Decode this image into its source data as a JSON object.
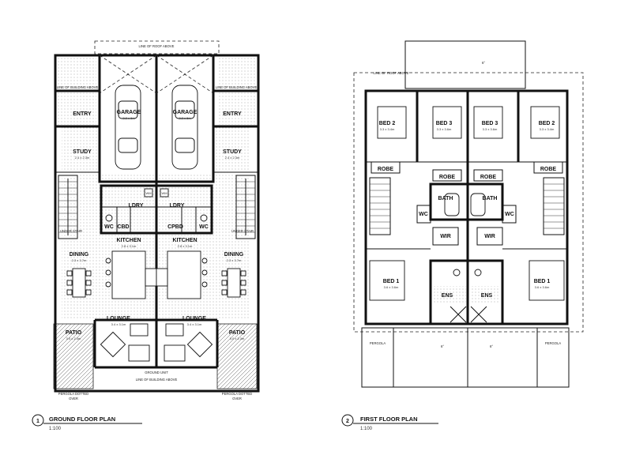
{
  "ground_floor": {
    "number": "1",
    "title": "GROUND FLOOR PLAN",
    "scale": "1:100",
    "labels": {
      "roof_above": "LINE OF ROOF ABOVE",
      "building_above": "LINE OF BUILDING ABOVE",
      "bldg_above_short": "LINE OF BUILDING ABOVE",
      "garage": "GARAGE",
      "garage_dim": "3.2 x 6m",
      "entry": "ENTRY",
      "study": "STUDY",
      "study_dim": "2.4 x 2.3m",
      "ldry": "LDRY",
      "wc": "WC",
      "cbd": "CBD",
      "cpbd": "CPBD",
      "kitchen": "KITCHEN",
      "kitchen_dim": "2.8 x 3.1m",
      "dining": "DINING",
      "dining_dim": "2.3 x 3.7m",
      "lounge": "LOUNGE",
      "lounge_dim": "3.4 x 3.1m",
      "patio": "PATIO",
      "patio_dim": "3.0 x 2.3m",
      "pergola": "PERGOLA DOTTED",
      "pergola2": "OVER",
      "under_stair": "UNDER STAIR",
      "ground_unit": "GROUND UNIT",
      "wm": "WM",
      "line_bldg_above_bottom": "LINE OF BUILDING ABOVE"
    }
  },
  "first_floor": {
    "number": "2",
    "title": "FIRST FLOOR PLAN",
    "scale": "1:100",
    "labels": {
      "roof_above": "LINE OF ROOF ABOVE",
      "bed1": "BED 1",
      "bed1_dim": "3.6 x 3.6m",
      "bed2": "BED 2",
      "bed2_dim": "3.3 x 3.4m",
      "bed3": "BED 3",
      "bed3_dim": "3.3 x 3.6m",
      "robe": "ROBE",
      "bath": "BATH",
      "wc": "WC",
      "wir": "WIR",
      "ens": "ENS",
      "pergola": "PERGOLA",
      "arrow": "6°"
    }
  }
}
